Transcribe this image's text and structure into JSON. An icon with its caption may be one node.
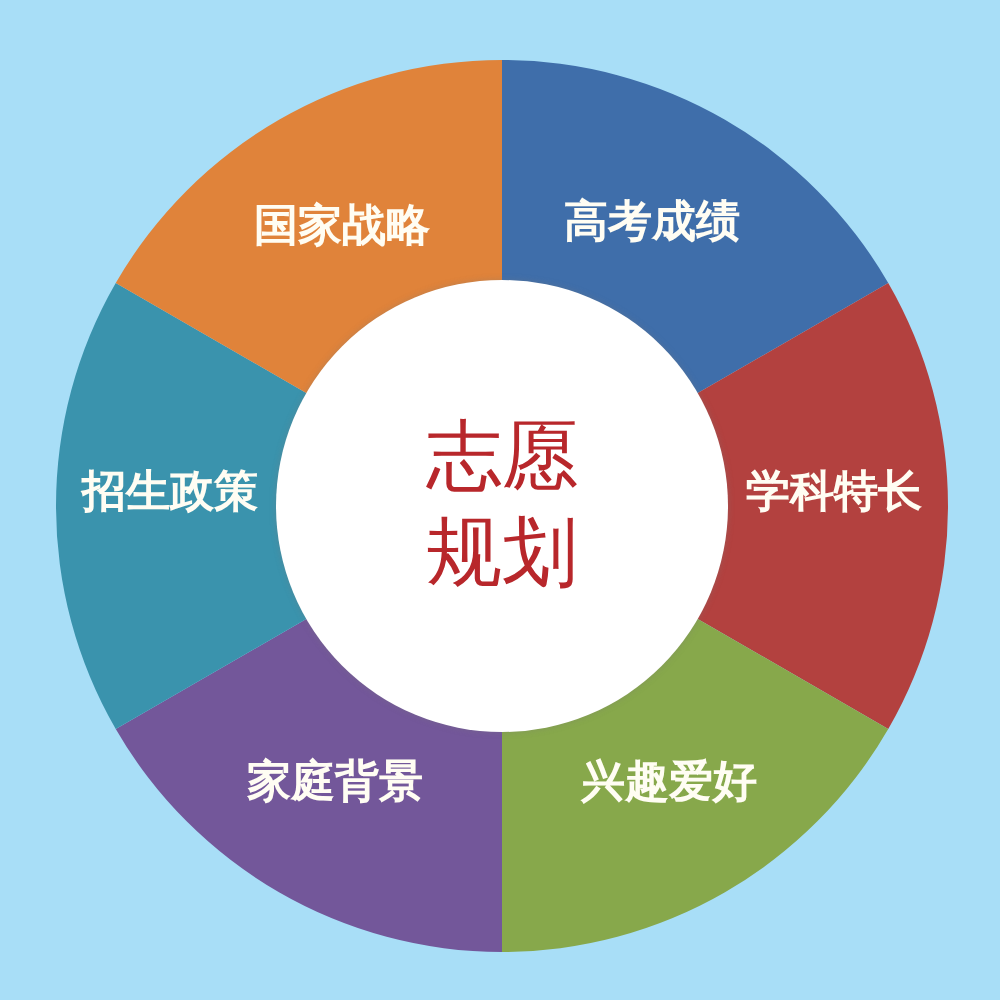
{
  "diagram": {
    "nodes": [
      {
        "text": [
          "志愿规划"
        ]
      },
      {
        "text": [
          "高考成绩"
        ]
      },
      {
        "text": [
          "学科特长"
        ]
      },
      {
        "text": [
          "兴趣爱好"
        ]
      },
      {
        "text": [
          "家庭背景"
        ]
      },
      {
        "text": [
          "招生政策"
        ]
      },
      {
        "text": [
          "国家战略"
        ]
      }
    ]
  }
}
